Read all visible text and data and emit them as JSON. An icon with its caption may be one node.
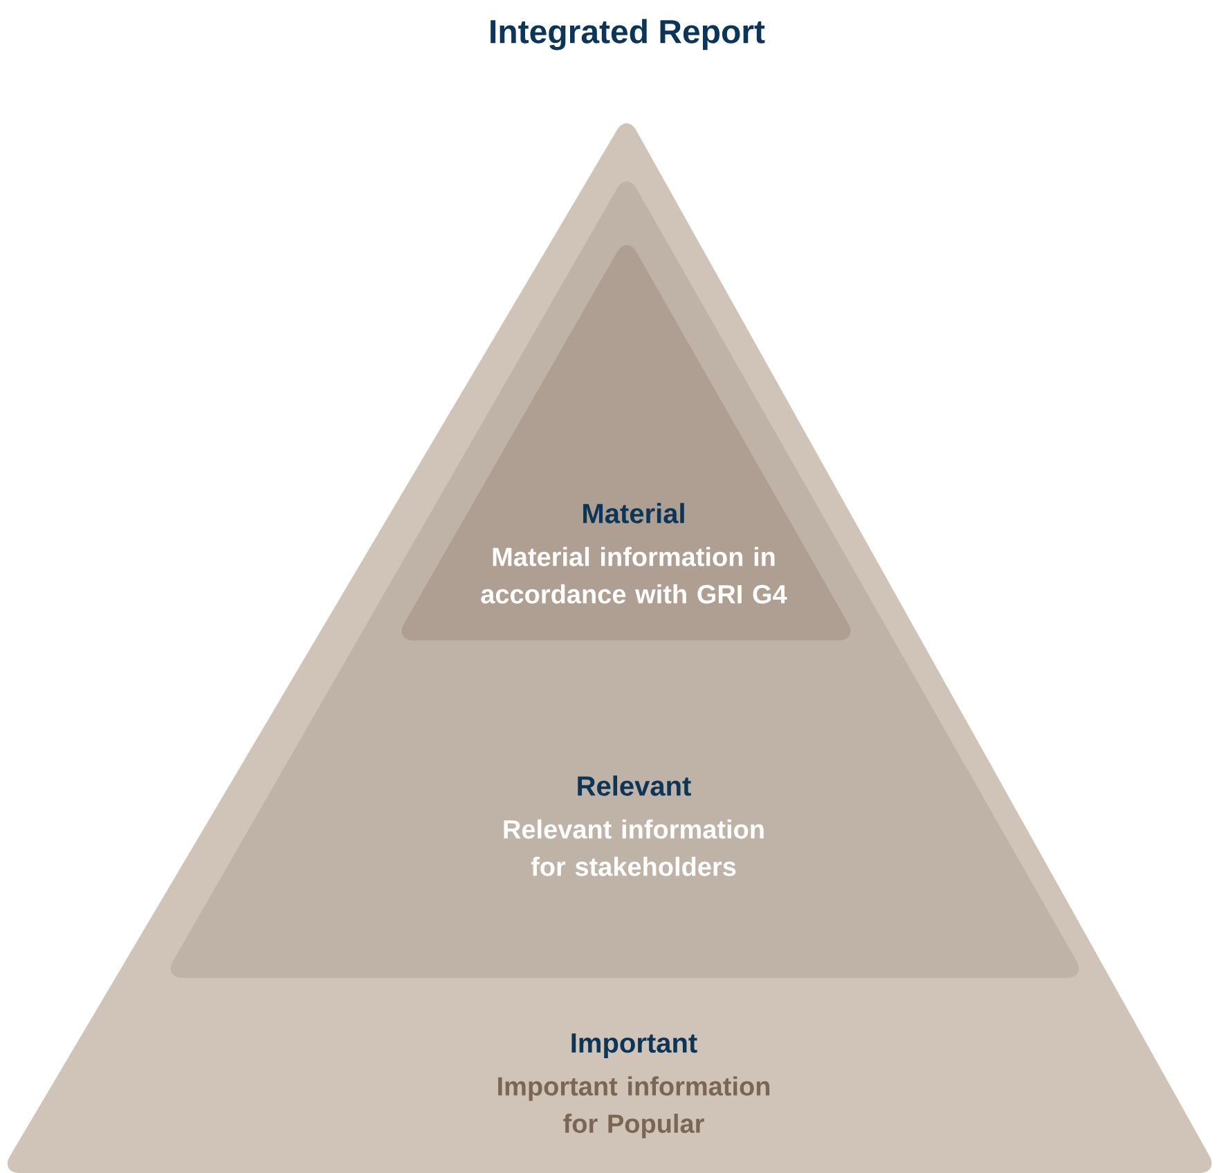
{
  "diagram": {
    "title": "Integrated Report",
    "nodes": [
      {
        "text": [
          "Important",
          "Important information for Popular"
        ]
      },
      {
        "text": [
          "Relevant",
          "Relevant information for stakeholders"
        ],
        "in": 0
      },
      {
        "text": [
          "Material",
          "Material information in accordance with GRI G4"
        ],
        "in": 1
      }
    ]
  }
}
